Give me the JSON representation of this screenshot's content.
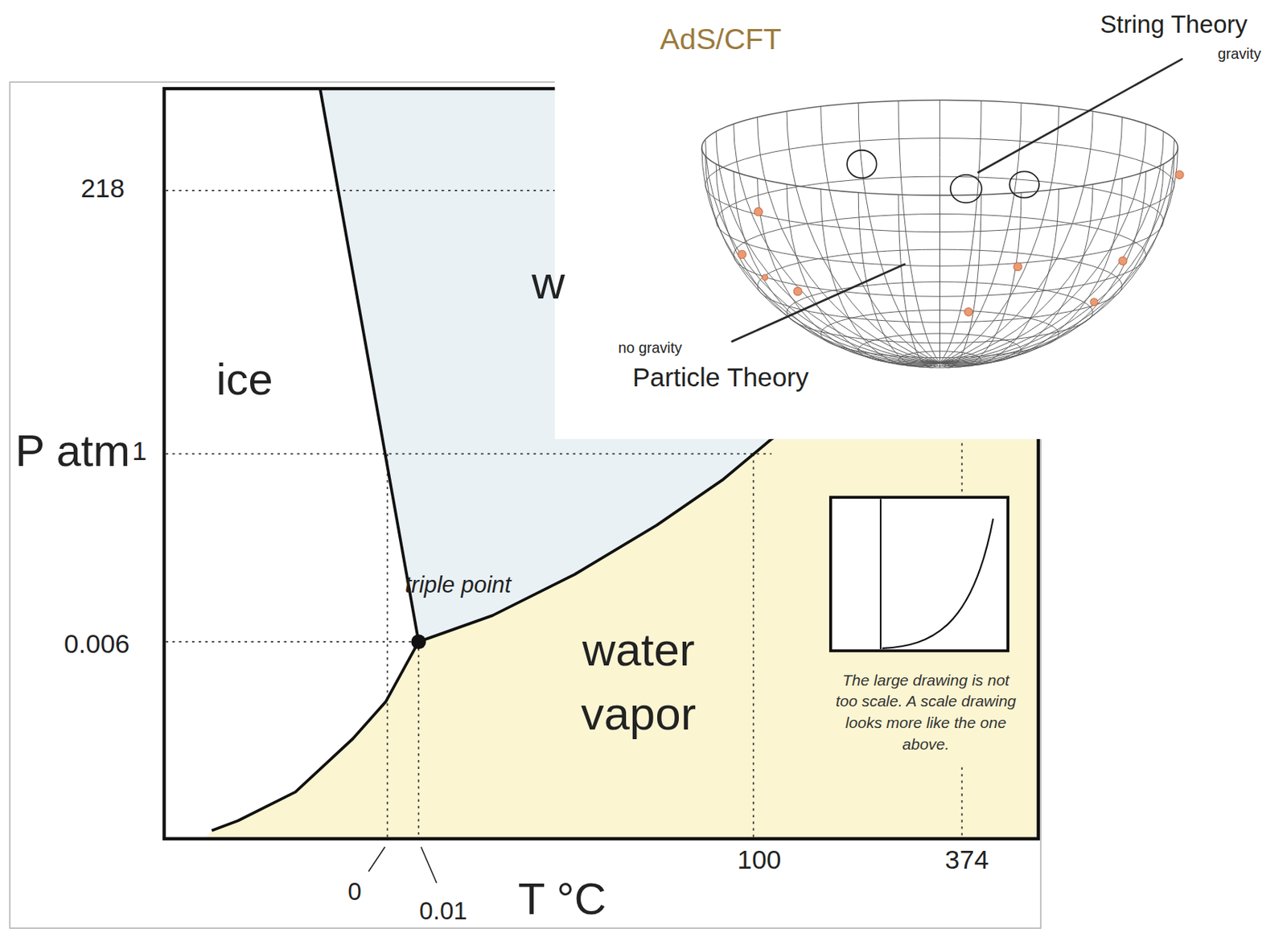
{
  "diagram": {
    "labels": [
      "AdS/CFT",
      "String Theory",
      "gravity",
      "218",
      "w",
      "no gravity",
      "Particle Theory",
      "ice",
      "P atm",
      "1",
      "triple point",
      "0.006",
      "water vapor",
      "The large drawing is not too scale. A scale drawing looks more like the one above.",
      "0",
      "0.01",
      "100",
      "374",
      "T °C"
    ]
  }
}
